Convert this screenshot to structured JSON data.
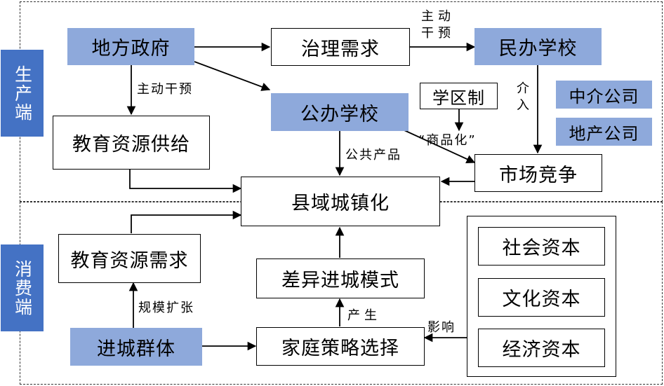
{
  "sections": {
    "production": "生产端",
    "consumption": "消费端"
  },
  "nodes": {
    "local_gov": "地方政府",
    "governance_demand": "治理需求",
    "private_school": "民办学校",
    "intermediary": "中介公司",
    "real_estate": "地产公司",
    "school_district": "学区制",
    "public_school": "公办学校",
    "edu_supply": "教育资源供给",
    "market_competition": "市场竞争",
    "county_urbanization": "县域城镇化",
    "edu_demand": "教育资源需求",
    "diff_mode": "差异进城模式",
    "family_strategy": "家庭策略选择",
    "migrant_group": "进城群体",
    "social_capital": "社会资本",
    "cultural_capital": "文化资本",
    "economic_capital": "经济资本"
  },
  "edge_labels": {
    "active_intervention_top": "主动\n干预",
    "intervene": "介入",
    "active_intervention_left": "主动干预",
    "commodification": "“商品化”",
    "public_good": "公共产品",
    "scale_expansion": "规模扩张",
    "produce": "产生",
    "influence": "影响"
  }
}
